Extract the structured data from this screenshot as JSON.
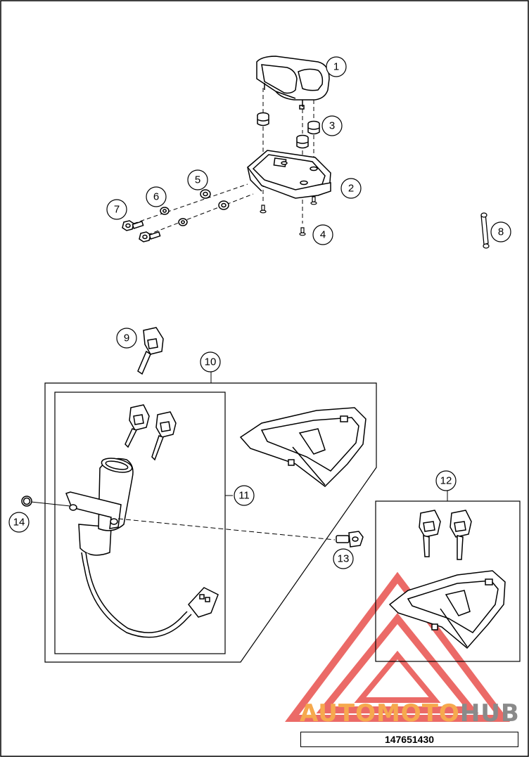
{
  "callouts": [
    {
      "id": "1",
      "label": "1"
    },
    {
      "id": "2",
      "label": "2"
    },
    {
      "id": "3",
      "label": "3"
    },
    {
      "id": "4",
      "label": "4"
    },
    {
      "id": "5",
      "label": "5"
    },
    {
      "id": "6",
      "label": "6"
    },
    {
      "id": "7",
      "label": "7"
    },
    {
      "id": "8",
      "label": "8"
    },
    {
      "id": "9",
      "label": "9"
    },
    {
      "id": "10",
      "label": "10"
    },
    {
      "id": "11",
      "label": "11"
    },
    {
      "id": "12",
      "label": "12"
    },
    {
      "id": "13",
      "label": "13"
    },
    {
      "id": "14",
      "label": "14"
    }
  ],
  "part_number": "147651430",
  "watermark": {
    "part1": "AUTOMOTO",
    "part2": "HUB",
    "color_part1": "#f6a94e",
    "color_part2": "#8a8a8a",
    "triangle_color": "#e53935"
  }
}
